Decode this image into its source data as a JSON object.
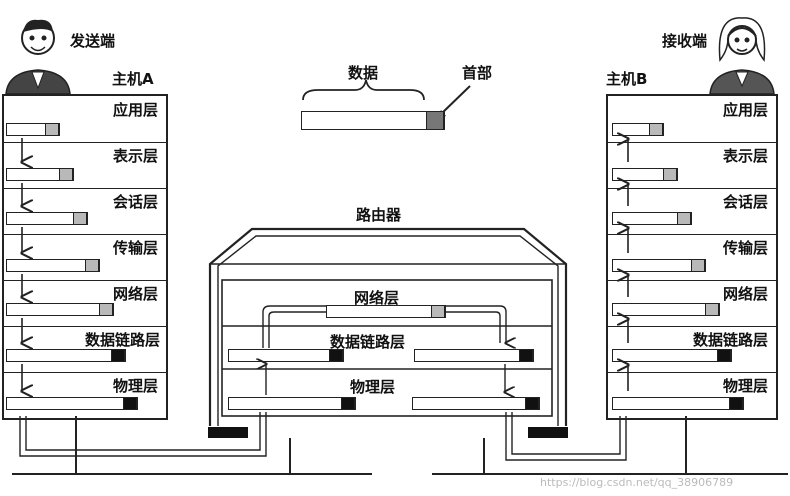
{
  "sender": {
    "role": "发送端",
    "host": "主机A"
  },
  "receiver": {
    "role": "接收端",
    "host": "主机B"
  },
  "router": {
    "title": "路由器",
    "layers": [
      "网络层",
      "数据链路层",
      "物理层"
    ]
  },
  "layers": [
    "应用层",
    "表示层",
    "会话层",
    "传输层",
    "网络层",
    "数据链路层",
    "物理层"
  ],
  "legend": {
    "data": "数据",
    "header": "首部"
  },
  "watermark": "https://blog.csdn.net/qq_38906789",
  "colors": {
    "line": "#222222",
    "header_light": "#b9b9b9",
    "header_dark": "#111111"
  }
}
